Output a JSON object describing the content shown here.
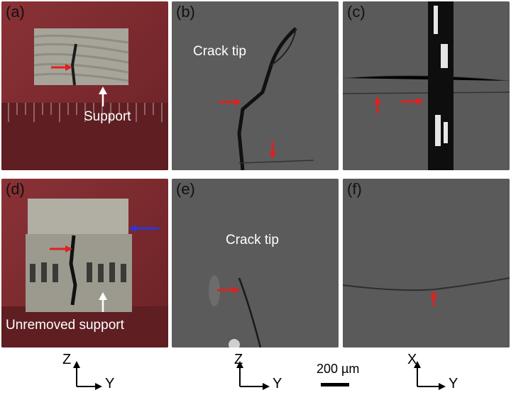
{
  "panels": [
    {
      "id": "a",
      "label": "(a)",
      "caption": "Support"
    },
    {
      "id": "b",
      "label": "(b)",
      "caption": "Crack tip"
    },
    {
      "id": "c",
      "label": "(c)"
    },
    {
      "id": "d",
      "label": "(d)",
      "caption": "Unremoved support"
    },
    {
      "id": "e",
      "label": "(e)",
      "caption": "Crack tip"
    },
    {
      "id": "f",
      "label": "(f)"
    }
  ],
  "axes": [
    {
      "vertical": "Z",
      "horizontal": "Y"
    },
    {
      "vertical": "Z",
      "horizontal": "Y"
    },
    {
      "vertical": "X",
      "horizontal": "Y"
    }
  ],
  "scale_bar": {
    "label": "200 µm"
  },
  "colors": {
    "photo_background": "#7a2a2e",
    "sem_gray": "#5b5b5b",
    "marker_red": "#e02020",
    "marker_blue": "#2a36e0",
    "text_light": "#ffffff"
  }
}
